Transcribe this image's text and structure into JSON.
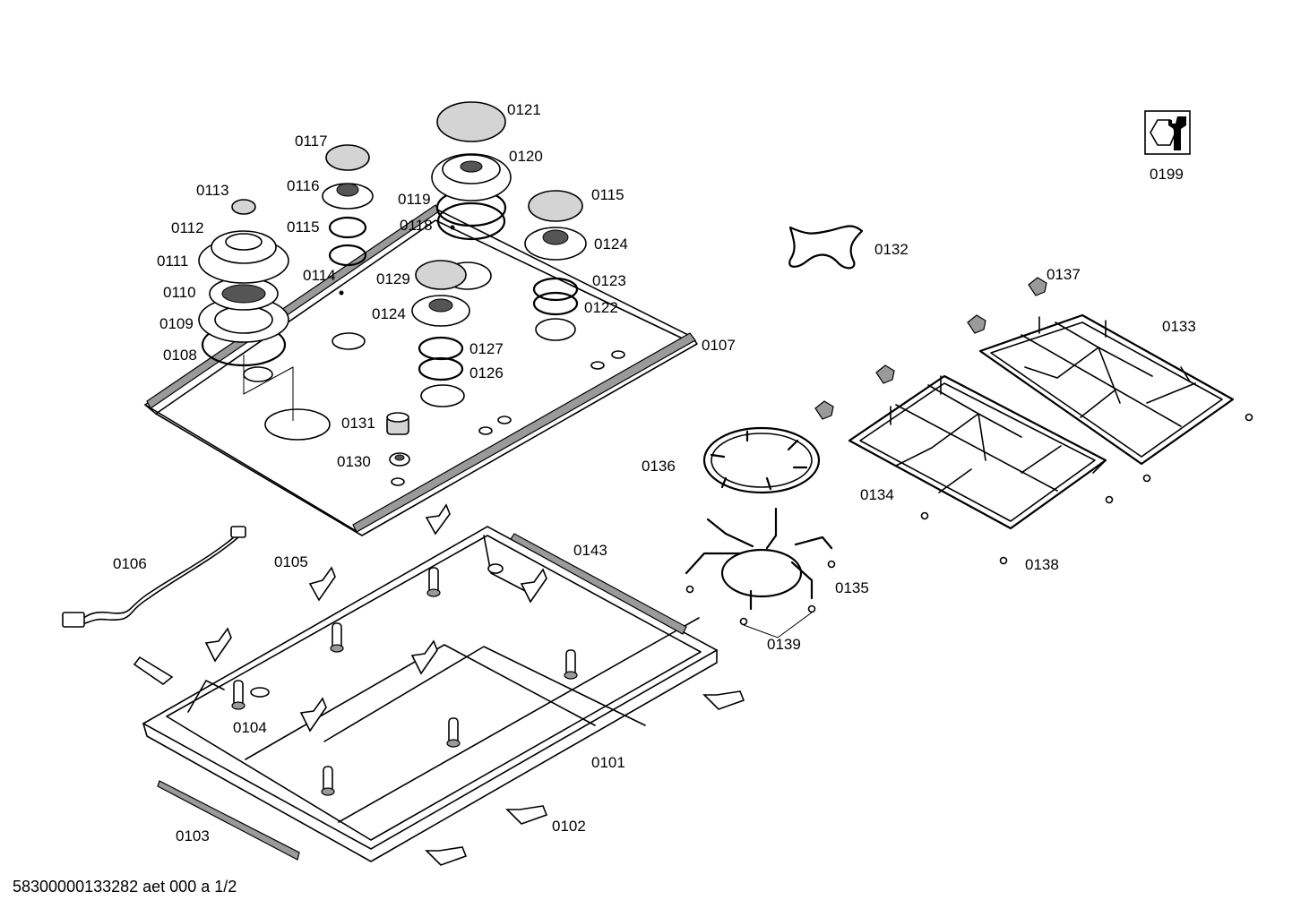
{
  "document_code": "58300000133282 aet 000 a 1/2",
  "callouts": [
    "0101",
    "0102",
    "0103",
    "0104",
    "0105",
    "0106",
    "0107",
    "0108",
    "0109",
    "0110",
    "0111",
    "0112",
    "0113",
    "0114",
    "0115",
    "0116",
    "0117",
    "0118",
    "0119",
    "0120",
    "0121",
    "0122",
    "0123",
    "0124",
    "0126",
    "0127",
    "0129",
    "0130",
    "0131",
    "0132",
    "0133",
    "0134",
    "0135",
    "0136",
    "0137",
    "0138",
    "0139",
    "0143",
    "0199"
  ],
  "labels": {
    "p0101": "0101",
    "p0102": "0102",
    "p0103": "0103",
    "p0104": "0104",
    "p0105": "0105",
    "p0106": "0106",
    "p0107": "0107",
    "p0108": "0108",
    "p0109": "0109",
    "p0110": "0110",
    "p0111": "0111",
    "p0112": "0112",
    "p0113": "0113",
    "p0114": "0114",
    "p0115a": "0115",
    "p0115b": "0115",
    "p0116": "0116",
    "p0117": "0117",
    "p0118": "0118",
    "p0119": "0119",
    "p0120": "0120",
    "p0121": "0121",
    "p0122": "0122",
    "p0123": "0123",
    "p0124a": "0124",
    "p0124b": "0124",
    "p0126": "0126",
    "p0127": "0127",
    "p0129": "0129",
    "p0130": "0130",
    "p0131": "0131",
    "p0132": "0132",
    "p0133": "0133",
    "p0134": "0134",
    "p0135": "0135",
    "p0136": "0136",
    "p0137": "0137",
    "p0138": "0138",
    "p0139": "0139",
    "p0143": "0143",
    "p0199": "0199"
  },
  "icons": {
    "p0199_symbol": "wrench-nut-icon"
  }
}
